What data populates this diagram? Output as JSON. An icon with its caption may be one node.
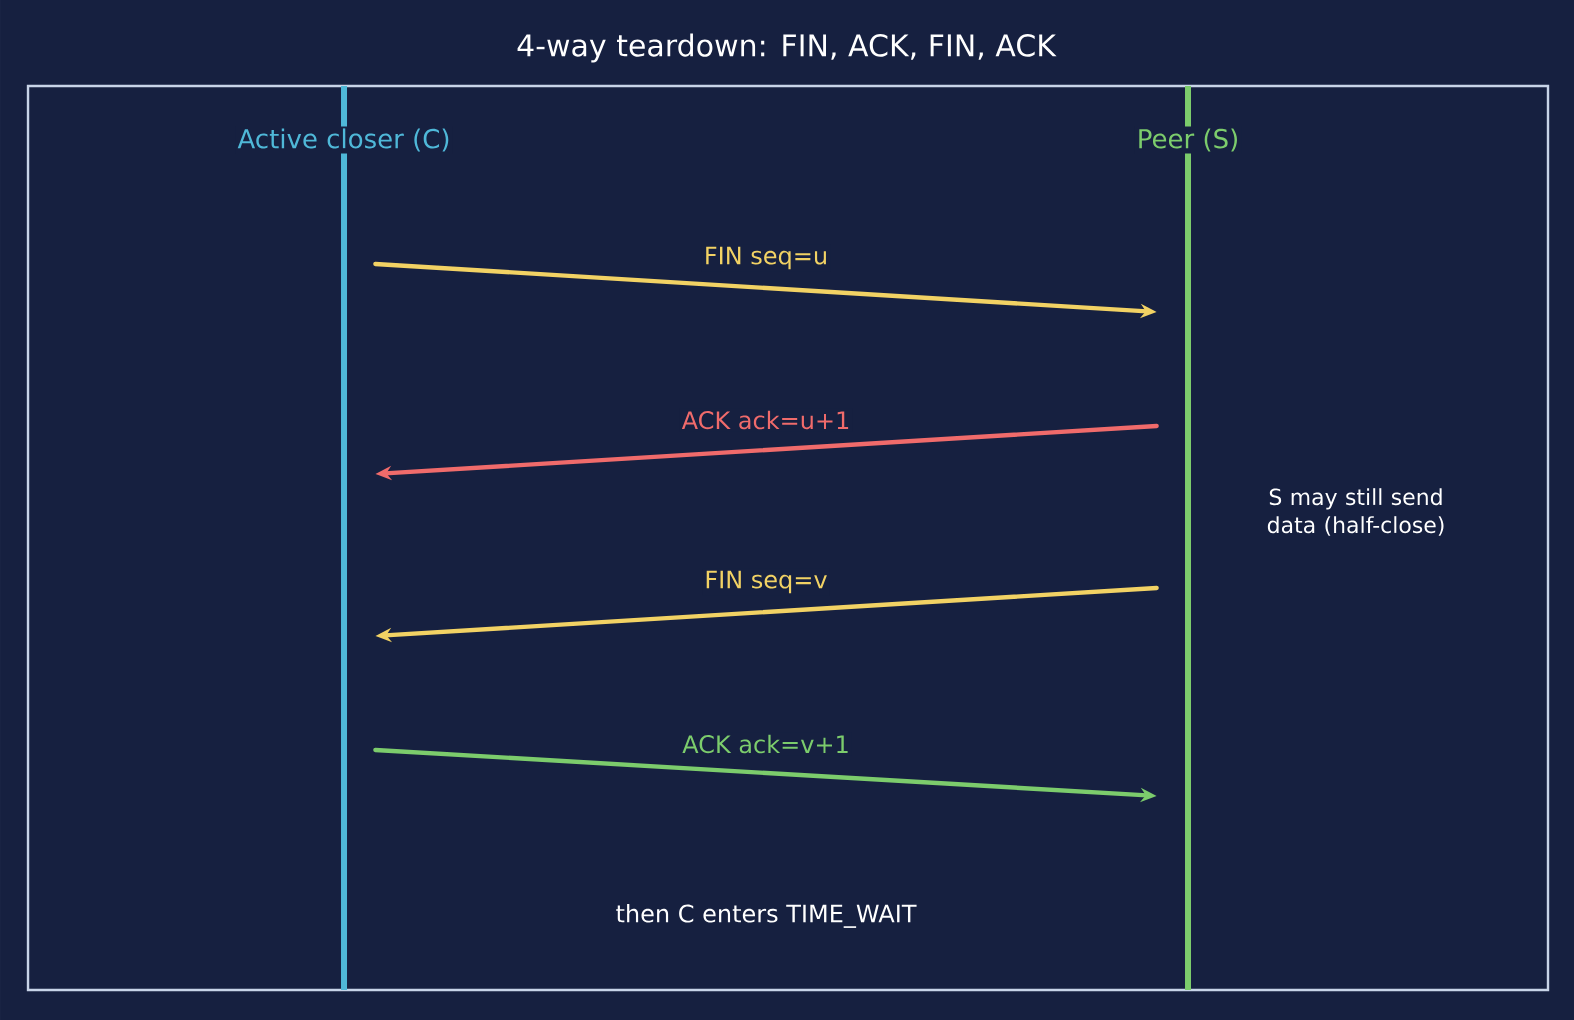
{
  "diagram": {
    "title": "4-way teardown: FIN, ACK, FIN, ACK",
    "nodes": [
      {
        "text": [
          "Active closer (C)"
        ]
      },
      {
        "text": [
          "Peer (S)"
        ]
      }
    ],
    "edges": [
      {
        "from": 0,
        "to": 1,
        "arrow": "to",
        "label": "FIN  seq=u",
        "color": "#f2d264"
      },
      {
        "from": 1,
        "to": 0,
        "arrow": "to",
        "label": "ACK  ack=u+1",
        "color": "#f06b6b"
      },
      {
        "from": 1,
        "to": 0,
        "arrow": "to",
        "label": "FIN  seq=v",
        "color": "#f2d264"
      },
      {
        "from": 0,
        "to": 1,
        "arrow": "to",
        "label": "ACK  ack=v+1",
        "color": "#7ccc6c"
      }
    ],
    "labels": [
      "S may still send data (half-close)",
      "then C enters TIME_WAIT"
    ]
  }
}
